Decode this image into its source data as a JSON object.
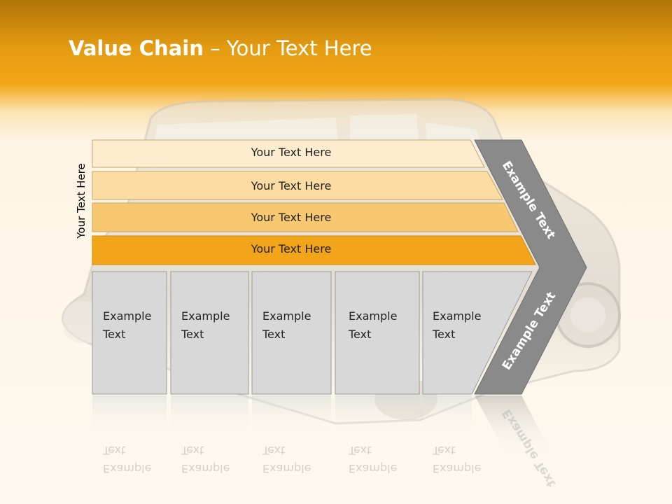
{
  "title": {
    "bold": "Value Chain",
    "rest": " – Your Text Here"
  },
  "side_label": "Your Text Here",
  "bands": [
    "Your Text Here",
    "Your Text Here",
    "Your Text Here",
    "Your Text Here"
  ],
  "cells": [
    "Example\nText",
    "Example\nText",
    "Example\nText",
    "Example\nText",
    "Example\nText"
  ],
  "chevron": {
    "top_label": "Example Text",
    "bottom_label": "Example Text"
  },
  "colors": {
    "band1": "#fdeccd",
    "band2": "#fbdca2",
    "band3": "#f8c871",
    "band4": "#f2a51b",
    "cell": "#d8d8d8",
    "chevron": "#8a8a8a"
  }
}
